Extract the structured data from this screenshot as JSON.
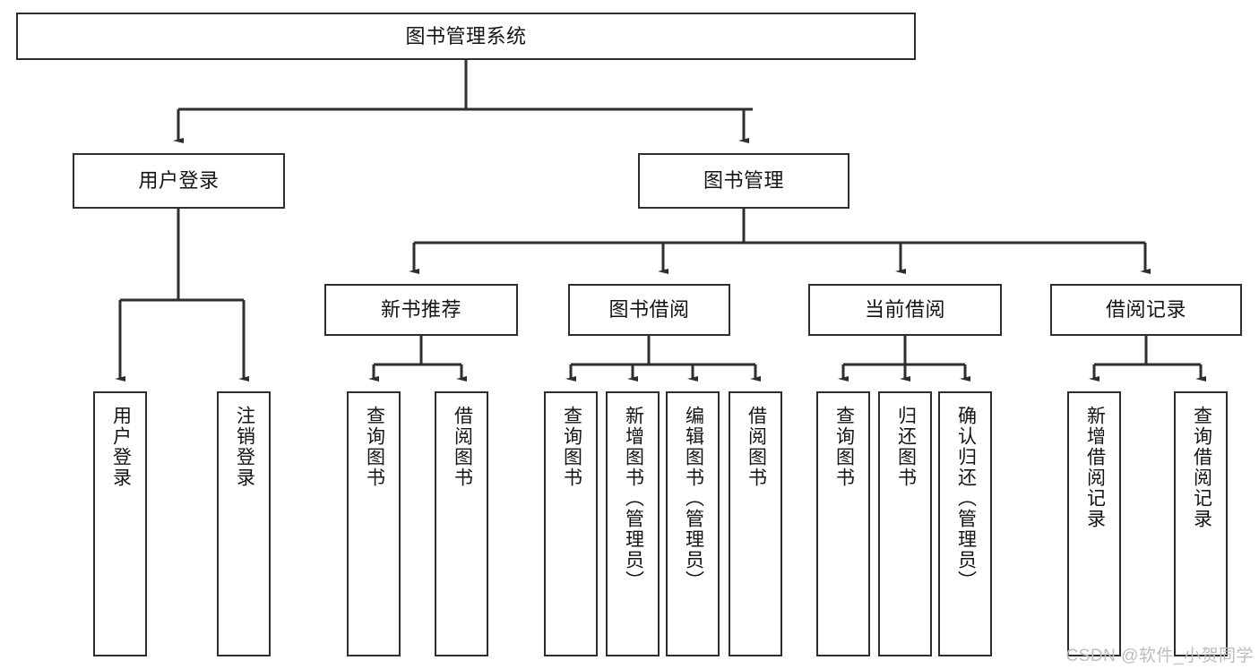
{
  "diagram": {
    "title": "图书管理系统",
    "type": "功能结构图",
    "stroke_color": "#2e2e2e",
    "fill_color": "#ffffff",
    "text_color": "#141414"
  },
  "nodes": {
    "root": {
      "label": "图书管理系统"
    },
    "level2": [
      {
        "label": "用户登录"
      },
      {
        "label": "图书管理"
      }
    ],
    "level3": [
      {
        "label": "新书推荐"
      },
      {
        "label": "图书借阅"
      },
      {
        "label": "当前借阅"
      },
      {
        "label": "借阅记录"
      }
    ],
    "leaves": [
      {
        "label": "用户登录"
      },
      {
        "label": "注销登录"
      },
      {
        "label": "查询图书"
      },
      {
        "label": "借阅图书"
      },
      {
        "label": "查询图书"
      },
      {
        "label": "新增图书（管理员）"
      },
      {
        "label": "编辑图书（管理员）"
      },
      {
        "label": "借阅图书"
      },
      {
        "label": "查询图书"
      },
      {
        "label": "归还图书"
      },
      {
        "label": "确认归还（管理员）"
      },
      {
        "label": "新增借阅记录"
      },
      {
        "label": "查询借阅记录"
      }
    ]
  },
  "watermark": {
    "text": "CSDN @软件_小贺同学"
  }
}
